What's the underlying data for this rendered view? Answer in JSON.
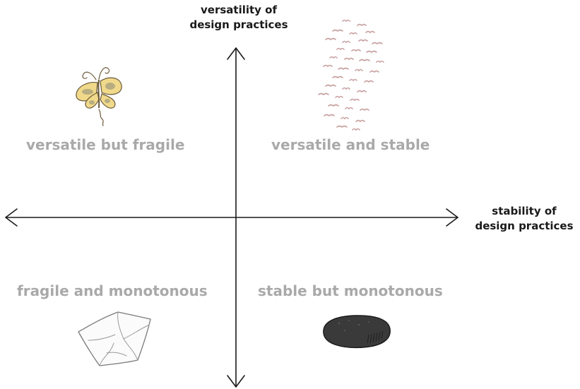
{
  "axes": {
    "y_label": [
      "versatility of",
      "design practices"
    ],
    "x_label": [
      "stability of",
      "design practices"
    ]
  },
  "quadrants": {
    "top_left": {
      "label": "versatile but fragile",
      "icon": "butterfly-icon"
    },
    "top_right": {
      "label": "versatile and stable",
      "icon": "bird-flock-icon"
    },
    "bottom_left": {
      "label": "fragile and monotonous",
      "icon": "crumpled-paper-icon"
    },
    "bottom_right": {
      "label": "stable but monotonous",
      "icon": "stone-icon"
    }
  },
  "colors": {
    "axis": "#1a1a1a",
    "quadrant_label": "#a9a9a9",
    "butterfly_wing": "#f0d98a",
    "stone": "#3a3a3a",
    "bird": "#c8a0a0"
  }
}
